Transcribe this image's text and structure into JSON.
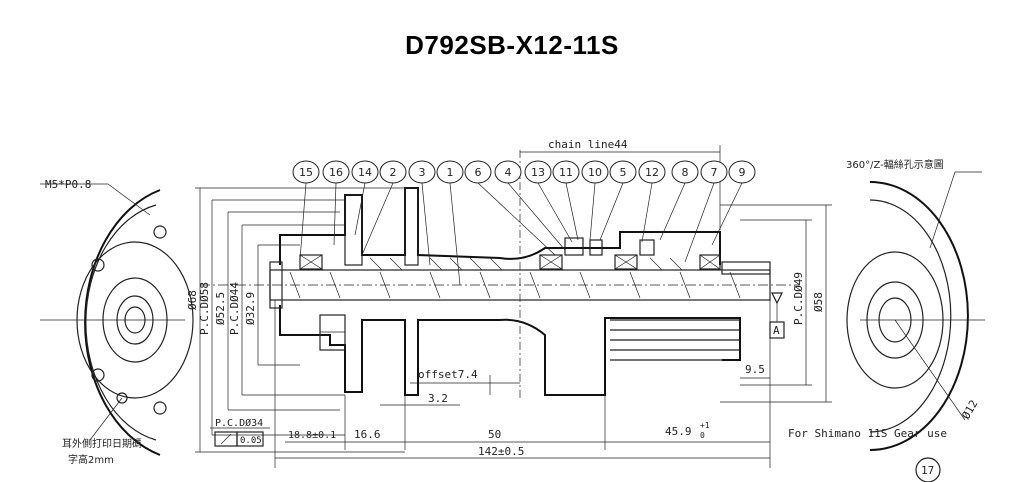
{
  "title": "D792SB-X12-11S",
  "parts": [
    "15",
    "16",
    "14",
    "2",
    "3",
    "1",
    "6",
    "4",
    "13",
    "11",
    "10",
    "5",
    "12",
    "8",
    "7",
    "9"
  ],
  "labels": {
    "thread": "M5*P0.8",
    "left_note_1": "耳外側打印日期碼",
    "left_note_2": "字高2mm",
    "right_note": "360°/Z-輻絲孔示意圖",
    "chain_line": "chain line44",
    "offset": "offset7.4",
    "pcd34": "P.C.DØ34",
    "tol_005": "0.05",
    "gear_note": "For Shimano 11S Gear use",
    "datum": "A",
    "view_no": "17",
    "hole_dia": "Ø12"
  },
  "dims": {
    "d68": "Ø68",
    "pcd58": "P.C.DØ58",
    "d525": "Ø52.5",
    "pcd44": "P.C.DØ44",
    "d329": "Ø32.9",
    "pcd49": "P.C.DØ49",
    "d58": "Ø58",
    "d95": "9.5",
    "d32": "3.2",
    "d188": "18.8±0.1",
    "d166": "16.6",
    "d50": "50",
    "d459": "45.9",
    "d459_tol_up": "+1",
    "d459_tol_lo": "0",
    "d142": "142±0.5"
  }
}
